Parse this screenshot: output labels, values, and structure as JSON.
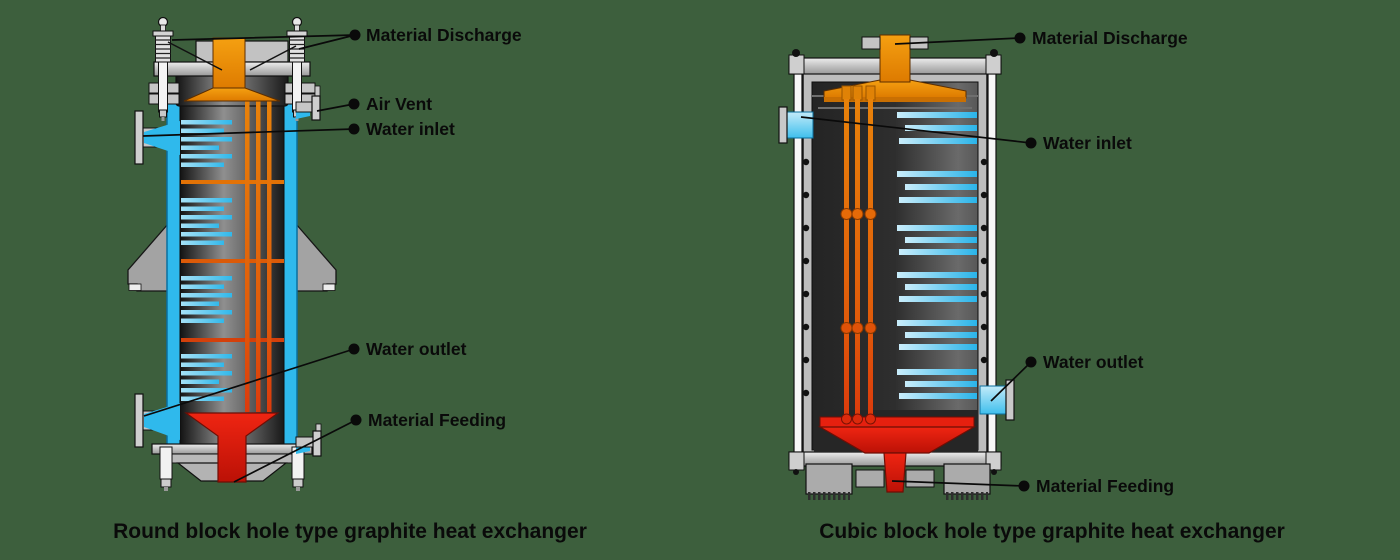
{
  "background_color": "#3D5F3D",
  "palette": {
    "water_blue": "#2FB9EC",
    "channel_blue_light": "#C9EDFB",
    "material_orange": "#F39200",
    "material_red": "#E2190C",
    "metal_gray": "#C9C9C9",
    "body_dark": "#2A2A2A",
    "outline_black": "#111111",
    "label_text": "#0A0A0A"
  },
  "left_diagram": {
    "caption": "Round block hole type graphite heat exchanger",
    "labels": {
      "material_discharge": "Material Discharge",
      "air_vent": "Air Vent",
      "water_inlet": "Water inlet",
      "water_outlet": "Water outlet",
      "material_feeding": "Material Feeding"
    }
  },
  "right_diagram": {
    "caption": "Cubic block hole type graphite heat exchanger",
    "labels": {
      "material_discharge": "Material Discharge",
      "water_inlet": "Water inlet",
      "water_outlet": "Water outlet",
      "material_feeding": "Material Feeding"
    }
  }
}
